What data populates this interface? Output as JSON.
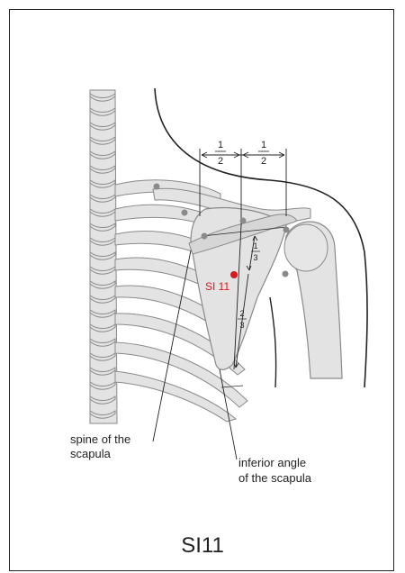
{
  "diagram": {
    "caption": "SI11",
    "point_label": "SI 11",
    "labels": {
      "spine": [
        "spine of the",
        "scapula"
      ],
      "inferior": [
        "inferior angle",
        "of the scapula"
      ]
    },
    "fractions": {
      "top_left": {
        "num": "1",
        "den": "2"
      },
      "top_right": {
        "num": "1",
        "den": "2"
      },
      "upper_third": {
        "num": "1",
        "den": "3"
      },
      "lower_two_thirds": {
        "num": "2",
        "den": "3"
      }
    },
    "colors": {
      "bone": "#e3e3e3",
      "outline": "#8a8a8a",
      "line": "#222222",
      "point": "#d71920",
      "landmark": "#8a8a8a"
    }
  }
}
